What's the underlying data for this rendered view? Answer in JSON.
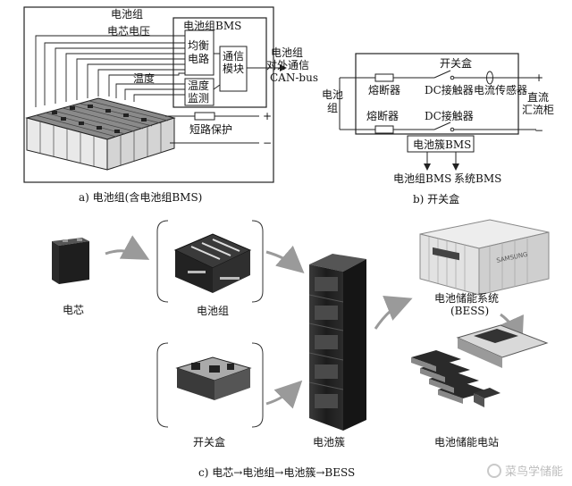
{
  "panel_a": {
    "pack_title": "电池组",
    "cell_voltage": "电芯电压",
    "bms_title": "电池组BMS",
    "balance_line1": "均衡",
    "balance_line2": "电路",
    "temperature": "温度",
    "temp_monitor_line1": "温度",
    "temp_monitor_line2": "监测",
    "comm_module": "通信模块",
    "ext_line1": "电池组",
    "ext_line2": "对外通信",
    "ext_line3": "CAN-bus",
    "plus": "+",
    "minus": "−",
    "short_protect": "短路保护",
    "caption": "a) 电池组(含电池组BMS)"
  },
  "panel_b": {
    "switch_box": "开关盒",
    "pack_line1": "电池",
    "pack_line2": "组",
    "fuse_top": "熔断器",
    "dc_contactor_top": "DC接触器",
    "current_sensor": "电流传感器",
    "fuse_bottom": "熔断器",
    "dc_contactor_bottom": "DC接触器",
    "dc_line1": "直流",
    "dc_line2": "汇流柜",
    "plus": "+",
    "minus": "−",
    "cluster_bms": "电池簇BMS",
    "pack_bms": "电池组BMS",
    "system_bms": "系统BMS",
    "caption": "b) 开关盒"
  },
  "panel_c": {
    "cell": "电芯",
    "pack": "电池组",
    "switch_box": "开关盒",
    "cluster": "电池簇",
    "bess_line1": "电池储能系统",
    "bess_line2": "(BESS)",
    "station": "电池储能电站",
    "container_brand": "SAMSUNG",
    "caption": "c) 电芯→电池组→电池簇→BESS"
  },
  "watermark": "菜鸟学储能"
}
